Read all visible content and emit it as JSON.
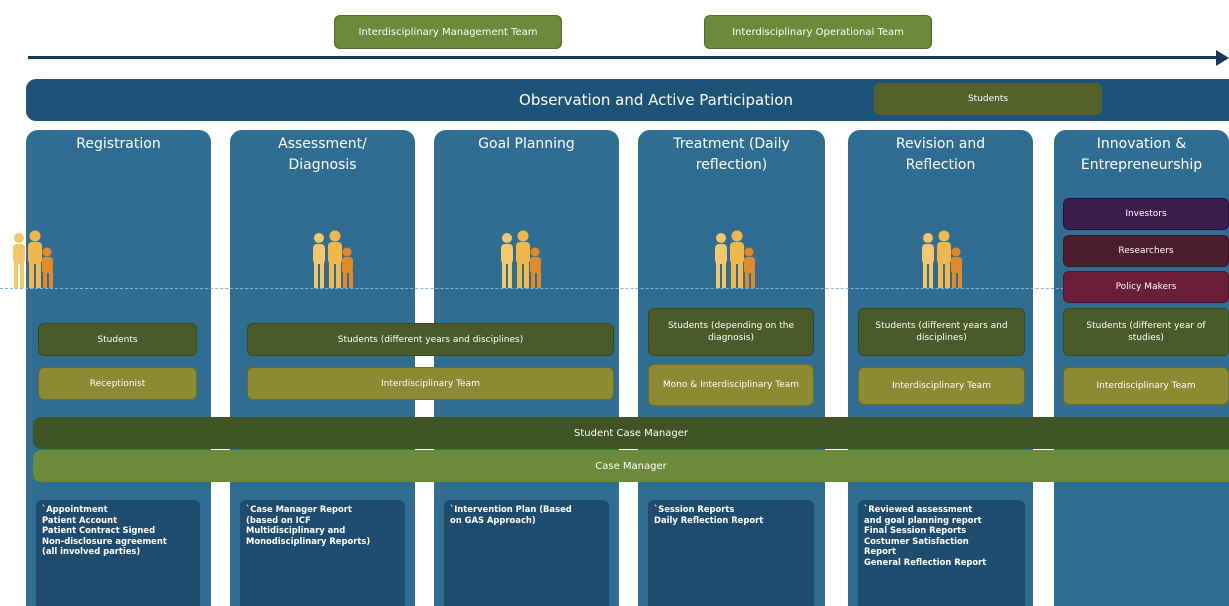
{
  "teams": {
    "management": "Interdisciplinary Management Team",
    "operational": "Interdisciplinary Operational Team"
  },
  "observation": {
    "title": "Observation and Active Participation",
    "students": "Students"
  },
  "columns": [
    {
      "title_line1": "Registration",
      "title_line2": ""
    },
    {
      "title_line1": "Assessment/",
      "title_line2": "Diagnosis"
    },
    {
      "title_line1": "Goal Planning",
      "title_line2": ""
    },
    {
      "title_line1": "Treatment (Daily",
      "title_line2": "reflection)"
    },
    {
      "title_line1": "Revision and",
      "title_line2": "Reflection"
    },
    {
      "title_line1": "Innovation &",
      "title_line2": "Entrepreneurship"
    }
  ],
  "stakeholders": {
    "investors": "Investors",
    "researchers": "Researchers",
    "policy_makers": "Policy Makers"
  },
  "students_pills": {
    "registration": "Students",
    "assessment_goal": "Students (different years and disciplines)",
    "treatment": "Students (depending on the diagnosis)",
    "revision": "Students (different years and disciplines)",
    "innovation": "Students (different year of studies)"
  },
  "team_pills": {
    "registration": "Receptionist",
    "assessment_goal": "Interdisciplinary Team",
    "treatment": "Mono & Interdisciplinary Team",
    "revision": "Interdisciplinary Team",
    "innovation": "Interdisciplinary Team"
  },
  "bands": {
    "student_case_manager": "Student Case Manager",
    "case_manager": "Case Manager"
  },
  "docs": {
    "registration": [
      "`Appointment",
      "Patient Account",
      "Patient Contract Signed",
      "Non-disclosure agreement",
      "(all involved parties)"
    ],
    "assessment": [
      "`Case Manager Report",
      "(based on ICF",
      "Multidisciplinary and",
      "Monodisciplinary Reports)"
    ],
    "goal": [
      "`Intervention Plan (Based",
      "on GAS Approach)"
    ],
    "treatment": [
      "`Session Reports",
      "Daily Reflection Report"
    ],
    "revision": [
      "`Reviewed assessment",
      "and goal planning report",
      "Final Session Reports",
      "Costumer Satisfaction",
      "Report",
      "General Reflection Report"
    ]
  },
  "colors": {
    "arrow": "#1b3a5a",
    "band": "#1d5378",
    "column": "#2f6e92",
    "doc_box": "#1f4c6e",
    "dark_green": "#4a5a28",
    "olive": "#8c8a32",
    "figure_gold": "#e8a93a"
  }
}
